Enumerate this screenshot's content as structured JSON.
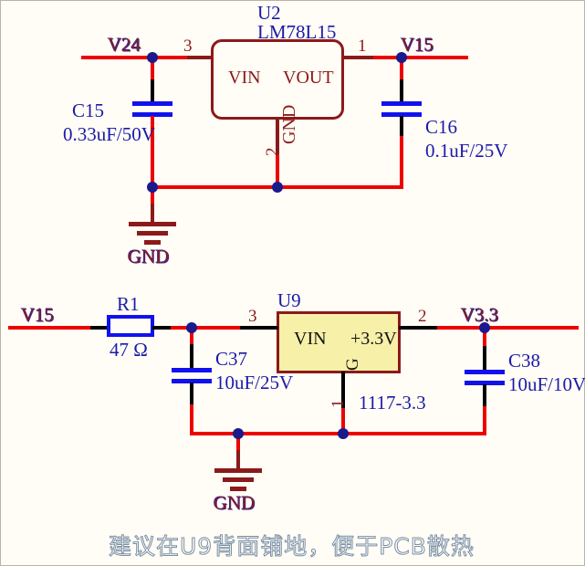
{
  "sheet": {
    "background_color": "#fffdf5",
    "wire_color": "#ee0000",
    "wire_dark_color": "#8b1a1a",
    "wire_black_color": "#000000",
    "junction_color": "#1a1a8c",
    "component_blue": "#1111ee",
    "ic_fill_yellow": "#f7f0a8"
  },
  "circuit_top": {
    "ic": {
      "refdes": "U2",
      "part": "LM78L15",
      "pin_in_label": "VIN",
      "pin_out_label": "VOUT",
      "pin_gnd_label": "GND",
      "pin_numbers": {
        "vin": "3",
        "vout": "1",
        "gnd": "2"
      }
    },
    "nets": {
      "input": "V24",
      "output": "V15",
      "ground": "GND"
    },
    "caps": [
      {
        "refdes": "C15",
        "value": "0.33uF/50V"
      },
      {
        "refdes": "C16",
        "value": "0.1uF/25V"
      }
    ]
  },
  "circuit_bottom": {
    "ic": {
      "refdes": "U9",
      "part": "1117-3.3",
      "pin_in_label": "VIN",
      "pin_out_label": "+3.3V",
      "pin_gnd_label": "G",
      "pin_numbers": {
        "vin": "3",
        "vout": "2",
        "gnd": "1"
      }
    },
    "nets": {
      "input": "V15",
      "output": "V3.3",
      "ground": "GND"
    },
    "resistor": {
      "refdes": "R1",
      "value": "47 Ω"
    },
    "caps": [
      {
        "refdes": "C37",
        "value": "10uF/25V"
      },
      {
        "refdes": "C38",
        "value": "10uF/10V"
      }
    ]
  },
  "note": {
    "text": "建议在U9背面铺地，便于PCB散热"
  }
}
